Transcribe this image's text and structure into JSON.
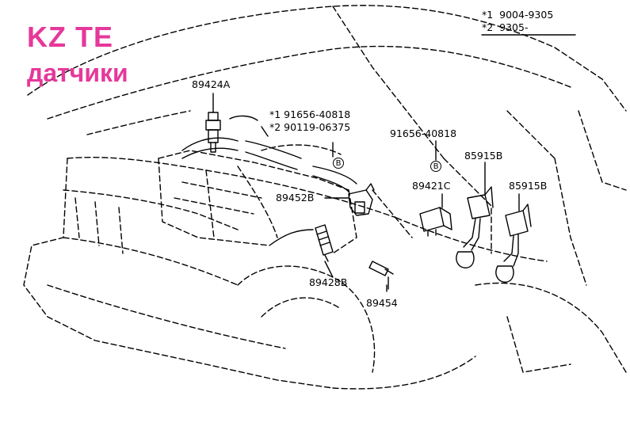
{
  "title": {
    "line1": "KZ TE",
    "line2": "датчики",
    "color": "#e6389a"
  },
  "notes": [
    {
      "mark": "*1",
      "text": "9004-9305"
    },
    {
      "mark": "*2",
      "text": "9305-"
    }
  ],
  "parts": [
    {
      "id": "p1",
      "label": "89424A"
    },
    {
      "id": "p2",
      "label": "*1  91656-40818"
    },
    {
      "id": "p3",
      "label": "*2  90119-06375"
    },
    {
      "id": "p4",
      "label": "91656-40818"
    },
    {
      "id": "p5",
      "label": "85915B"
    },
    {
      "id": "p6",
      "label": "85915B"
    },
    {
      "id": "p7",
      "label": "89421C"
    },
    {
      "id": "p8",
      "label": "89452B"
    },
    {
      "id": "p9",
      "label": "89428B"
    },
    {
      "id": "p10",
      "label": "89454"
    }
  ],
  "callout_mark": "B"
}
